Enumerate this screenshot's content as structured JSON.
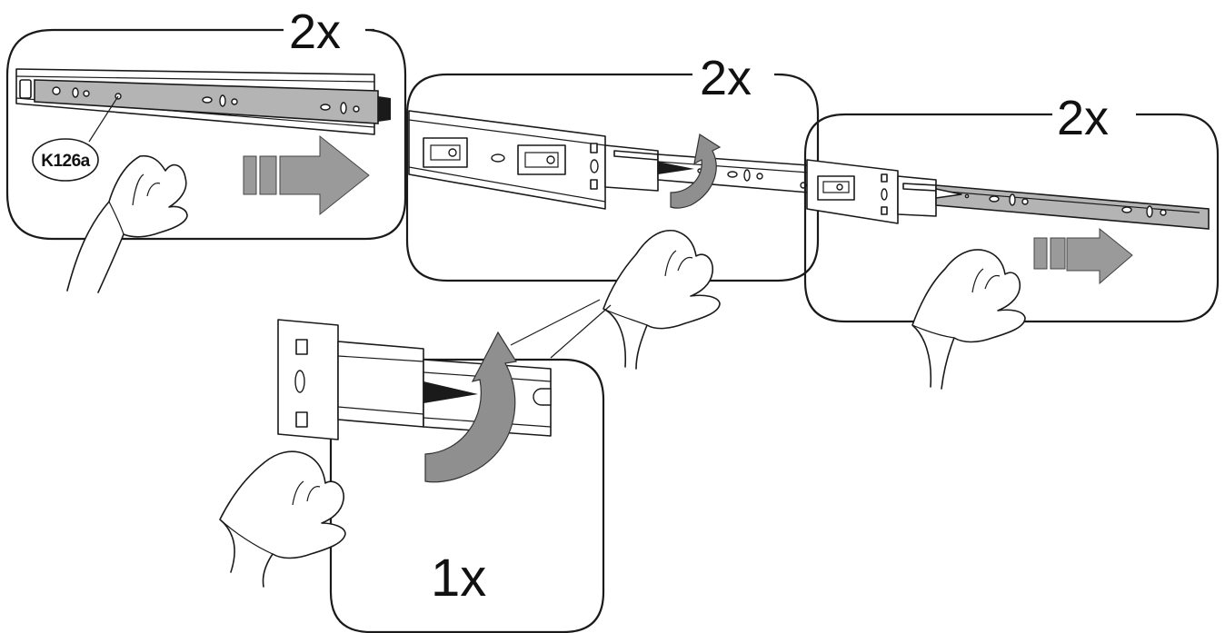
{
  "steps": [
    {
      "quantity": "2x",
      "part_label": "K126a"
    },
    {
      "quantity": "2x"
    },
    {
      "quantity": "2x"
    }
  ],
  "detail": {
    "quantity": "1x"
  },
  "icons": {
    "push_arrow": "push-right-arrow-icon",
    "rotate_arrow": "rotate-clockwise-arrow-icon",
    "hand": "hand-icon"
  },
  "colors": {
    "line": "#1a1a1a",
    "arrow_fill": "#9a9a9a",
    "rail_fill": "#b4b4b4"
  }
}
